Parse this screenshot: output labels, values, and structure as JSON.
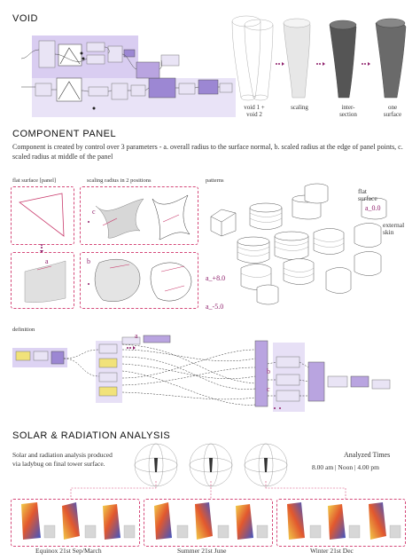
{
  "void": {
    "title": "VOID",
    "stage_labels": [
      "void 1 +\nvoid 2",
      "scaling",
      "inter-\nsection",
      "one\nsurface"
    ]
  },
  "component": {
    "title": "COMPONENT PANEL",
    "description": "Component is created by control over 3 parameters - a. overall radius to the surface normal, b. scaled radius at the edge of panel points, c. scaled radius at middle of the panel",
    "flat_surface_label": "flat surface [panel]",
    "scaling_label": "scaling radius in 2 positions",
    "patterns_label": "patterns",
    "letter_a": "a",
    "letter_b": "b",
    "letter_c": "c",
    "flat_surface_note": "flat\nsurface",
    "a_zero": "a_0.0",
    "external_skin": "external\nskin",
    "a_plus": "a_+8.0",
    "a_minus": "a_-5.0"
  },
  "definition": {
    "label": "definition",
    "letter_a": "a",
    "letter_b": "b",
    "letter_c": "c"
  },
  "solar": {
    "title": "SOLAR & RADIATION ANALYSIS",
    "description": "Solar and radiation analysis produced via ladybug on final tower surface.",
    "analyzed_title": "Analyzed Times",
    "analyzed_times": "8.00 am | Noon | 4.00 pm",
    "groups": [
      "Equinox  21st Sep/March",
      "Summer  21st June",
      "Winter  21st Dec"
    ]
  },
  "colors": {
    "accent": "#8e1f6b",
    "node_purple": "#b9a4e0",
    "dash_pink": "#d54a7a"
  }
}
